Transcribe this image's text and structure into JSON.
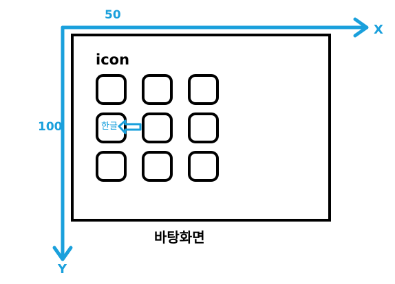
{
  "axes": {
    "x_name": "X",
    "y_name": "Y",
    "x_value": "50",
    "y_value": "100"
  },
  "screen": {
    "heading": "icon",
    "caption": "바탕화면",
    "selected_icon_label": "한글",
    "icon_grid": {
      "rows": 3,
      "cols": 3
    }
  },
  "colors": {
    "axis": "#1aa0dc",
    "frame": "#000000",
    "background": "#ffffff"
  },
  "icons": {
    "pointer": "arrow-left-icon"
  }
}
